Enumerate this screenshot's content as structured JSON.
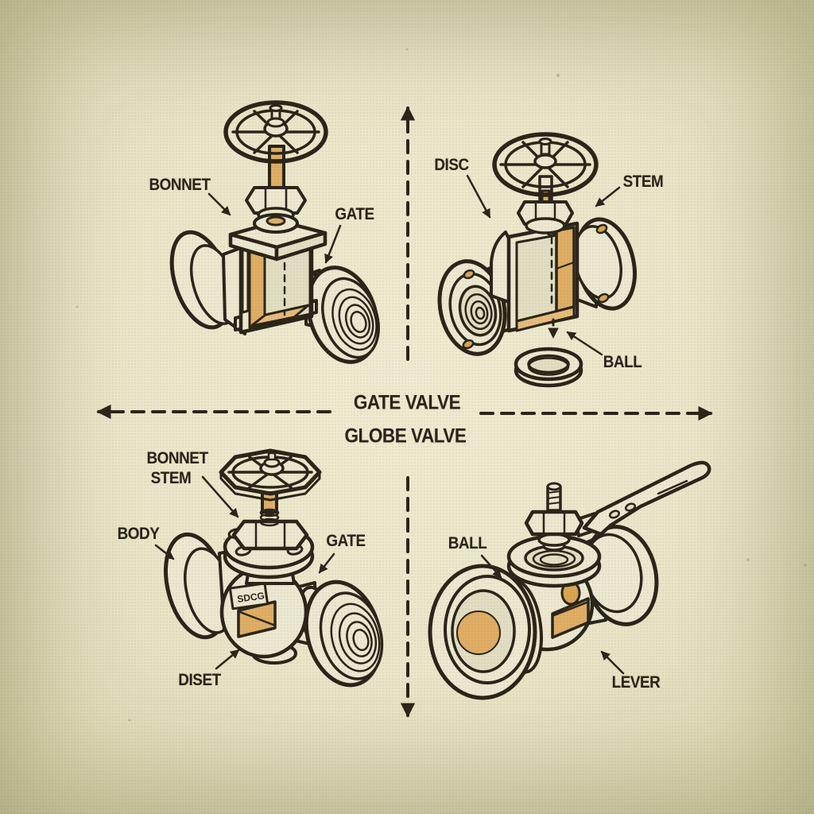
{
  "palette": {
    "paper_center": "#EFEBD0",
    "paper_edge": "#A6A272",
    "ink": "#2A2619",
    "valve_body_cream": "#ECE8D1",
    "cut_surface_orange": "#DFAE63",
    "bolt_gold": "#D8A64E"
  },
  "center_titles": {
    "line1": "GATE VALVE",
    "line2": "GLOBE VALVE"
  },
  "top_left": {
    "labels": {
      "bonnet": "BONNET",
      "gate": "GATE"
    }
  },
  "top_right": {
    "labels": {
      "disc": "DISC",
      "stem": "STEM",
      "ball": "BALL"
    }
  },
  "bottom_left": {
    "labels": {
      "bonnet": "BONNET",
      "stem": "STEM",
      "body": "BODY",
      "gate": "GATE",
      "diset": "DISET"
    },
    "body_stamp": "SDCG"
  },
  "bottom_right": {
    "labels": {
      "ball": "BALL",
      "lever": "LEVER"
    }
  }
}
